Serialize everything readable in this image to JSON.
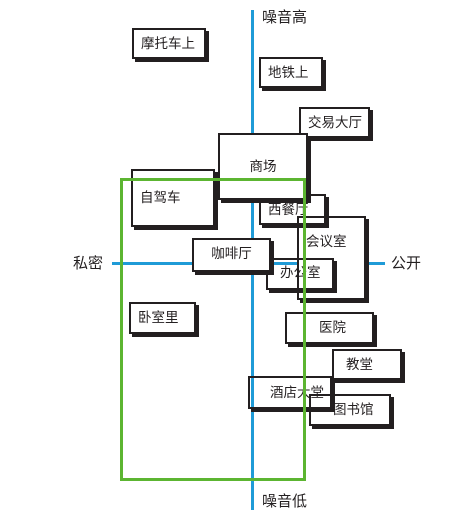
{
  "axes": {
    "top_label": "噪音高",
    "bottom_label": "噪音低",
    "left_label": "私密",
    "right_label": "公开",
    "axis_color": "#1f9bd7"
  },
  "places": {
    "motuoche": "摩托车上",
    "ditie": "地铁上",
    "jiaoyi": "交易大厅",
    "shangchang": "商场",
    "zijiache": "自驾车",
    "xicanting": "西餐厅",
    "huiyishi": "会议室",
    "kafeiting": "咖啡厅",
    "bangongshi": "办公室",
    "woshili": "卧室里",
    "yiyuan": "医院",
    "jiaotang": "教堂",
    "jiudian": "酒店大堂",
    "tushuguan": "图书馆"
  },
  "highlight": {
    "color": "#5cb531"
  }
}
